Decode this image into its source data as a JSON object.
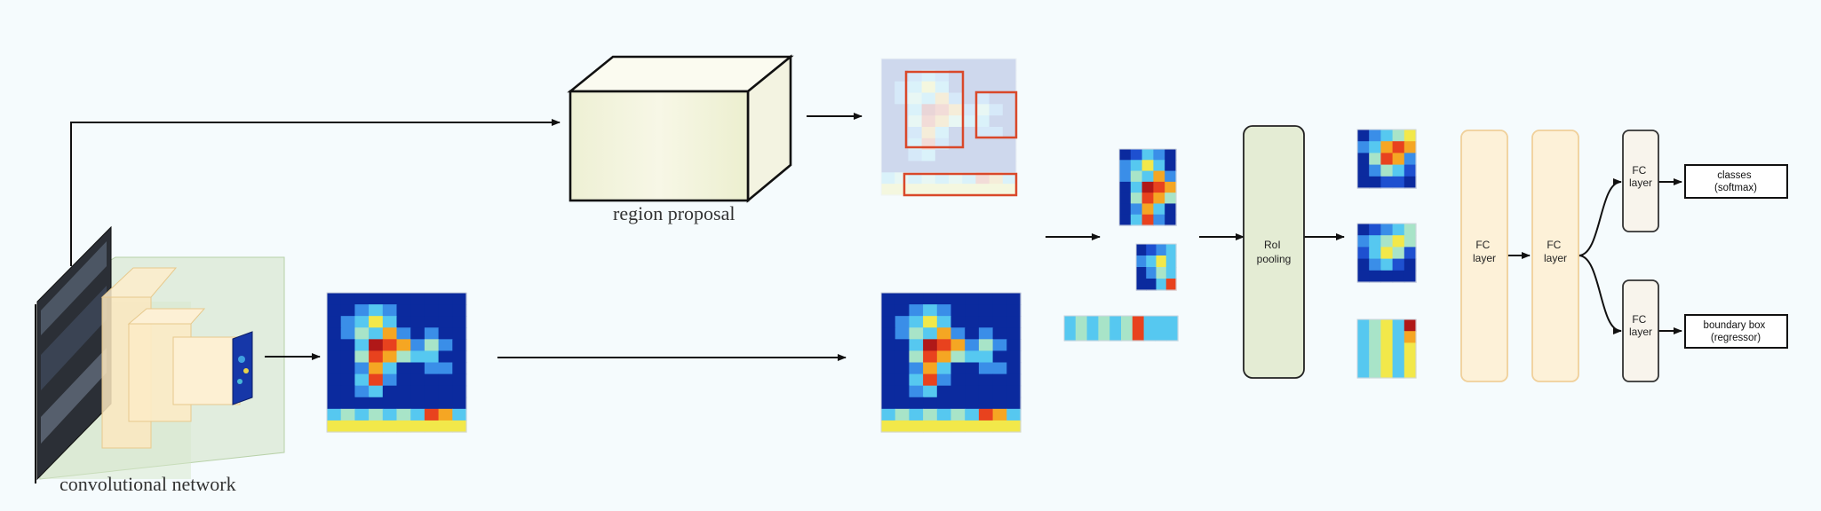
{
  "labels": {
    "region_proposal": "region proposal",
    "convolutional_network": "convolutional network",
    "roi_pooling": [
      "RoI",
      "pooling"
    ],
    "fc_layer_tall_1": [
      "FC",
      "layer"
    ],
    "fc_layer_tall_2": [
      "FC",
      "layer"
    ],
    "fc_layer_top": [
      "FC",
      "layer"
    ],
    "fc_layer_bottom": [
      "FC",
      "layer"
    ],
    "classes": [
      "classes",
      "(softmax)"
    ],
    "boundary_box": [
      "boundary box",
      "(regressor)"
    ]
  },
  "colors": {
    "background": "#f5fbfd",
    "roi_box_fill": "#e4ecd4",
    "fc_tall_fill": "#fdf1d8",
    "fc_tall_stroke": "#f0d09a",
    "fc_small_fill": "#f8f4ec",
    "proposal_stroke": "#d9482a",
    "heatmap_dark_blue": "#0b2a9e"
  }
}
